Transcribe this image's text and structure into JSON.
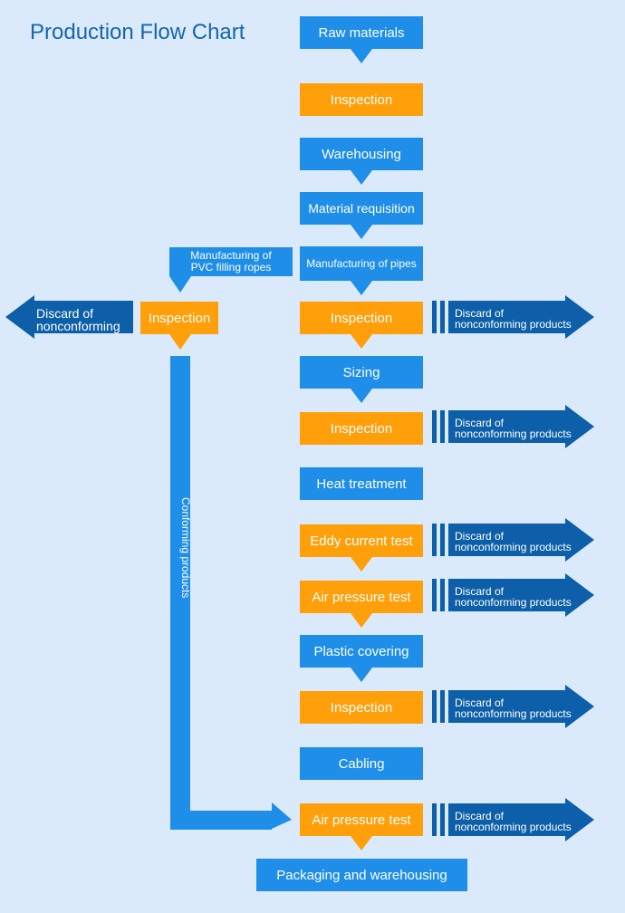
{
  "title": "Production Flow Chart",
  "colors": {
    "process": "#1e8ee8",
    "inspection": "#ff9f0a",
    "discard": "#0c5fa8",
    "background": "#dbeafa"
  },
  "steps": [
    {
      "label": "Raw materials",
      "kind": "process"
    },
    {
      "label": "Inspection",
      "kind": "inspection"
    },
    {
      "label": "Warehousing",
      "kind": "process"
    },
    {
      "label": "Material requisition",
      "kind": "process"
    },
    {
      "label": "Manufacturing of pipes",
      "kind": "process"
    },
    {
      "label": "Inspection",
      "kind": "inspection"
    },
    {
      "label": "Sizing",
      "kind": "process"
    },
    {
      "label": "Inspection",
      "kind": "inspection"
    },
    {
      "label": "Heat treatment",
      "kind": "process"
    },
    {
      "label": "Eddy current test",
      "kind": "inspection"
    },
    {
      "label": "Air pressure test",
      "kind": "inspection"
    },
    {
      "label": "Plastic covering",
      "kind": "process"
    },
    {
      "label": "Inspection",
      "kind": "inspection"
    },
    {
      "label": "Cabling",
      "kind": "process"
    },
    {
      "label": "Air pressure test",
      "kind": "inspection"
    },
    {
      "label": "Packaging and warehousing",
      "kind": "process"
    }
  ],
  "discard": {
    "right_line1": "Discard of",
    "right_line2": "nonconforming products",
    "left_line1": "Discard of",
    "left_line2": "nonconforming"
  },
  "side_branch": {
    "manufacturing_line1": "Manufacturing of",
    "manufacturing_line2": "PVC filling ropes",
    "inspection": "Inspection",
    "conforming": "Conforming products"
  }
}
